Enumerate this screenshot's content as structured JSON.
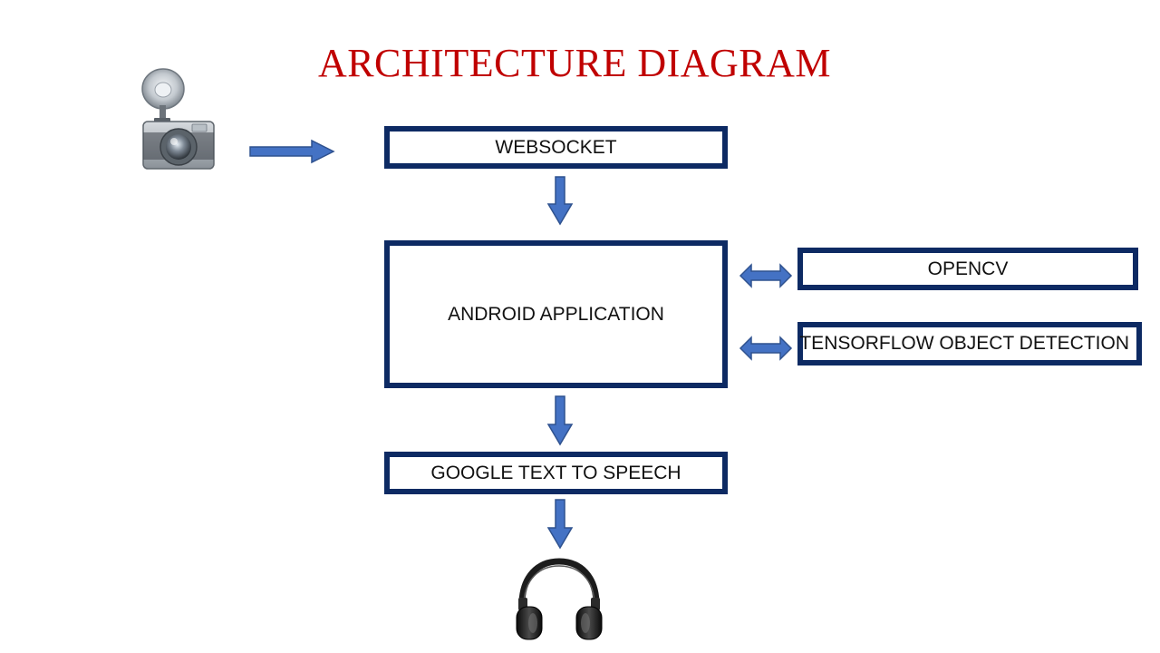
{
  "title": "ARCHITECTURE DIAGRAM",
  "boxes": {
    "websocket": "WEBSOCKET",
    "android": "ANDROID APPLICATION",
    "tts": "GOOGLE TEXT TO SPEECH",
    "opencv": "OPENCV",
    "tensorflow": "TENSORFLOW OBJECT DETECTION"
  },
  "icons": {
    "source": "camera-with-flash-icon",
    "output": "headphones-icon"
  },
  "colors": {
    "title": "#c00000",
    "box_border": "#0d2a63",
    "arrow_fill": "#4472c4",
    "arrow_stroke": "#2f528f"
  }
}
